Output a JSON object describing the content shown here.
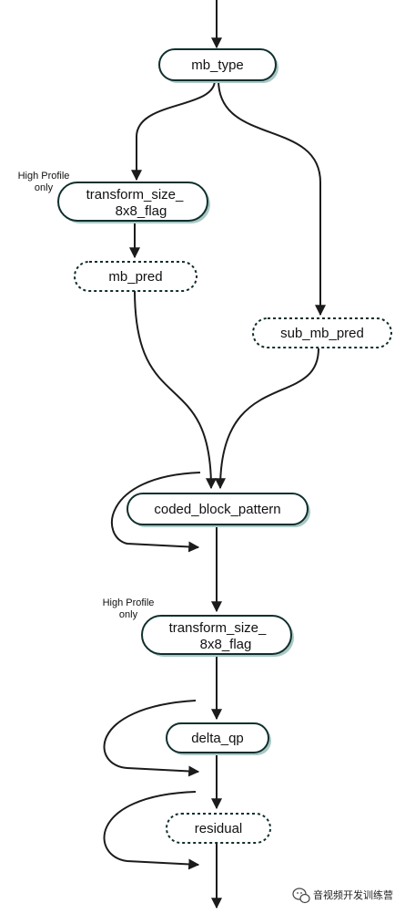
{
  "nodes": {
    "mb_type": "mb_type",
    "transform_size_1_line1": "transform_size_",
    "transform_size_1_line2": "8x8_flag",
    "mb_pred": "mb_pred",
    "sub_mb_pred": "sub_mb_pred",
    "coded_block_pattern": "coded_block_pattern",
    "transform_size_2_line1": "transform_size_",
    "transform_size_2_line2": "8x8_flag",
    "delta_qp": "delta_qp",
    "residual": "residual"
  },
  "notes": {
    "high_profile_1_line1": "High Profile",
    "high_profile_1_line2": "only",
    "high_profile_2_line1": "High Profile",
    "high_profile_2_line2": "only"
  },
  "watermark": {
    "text": "音视频开发训练营",
    "icon": "wechat-icon"
  },
  "colors": {
    "node_border": "#0f2f2d",
    "node_shadow": "#a9c8c5",
    "node_fill": "#ffffff",
    "edge": "#1b1b1b"
  }
}
